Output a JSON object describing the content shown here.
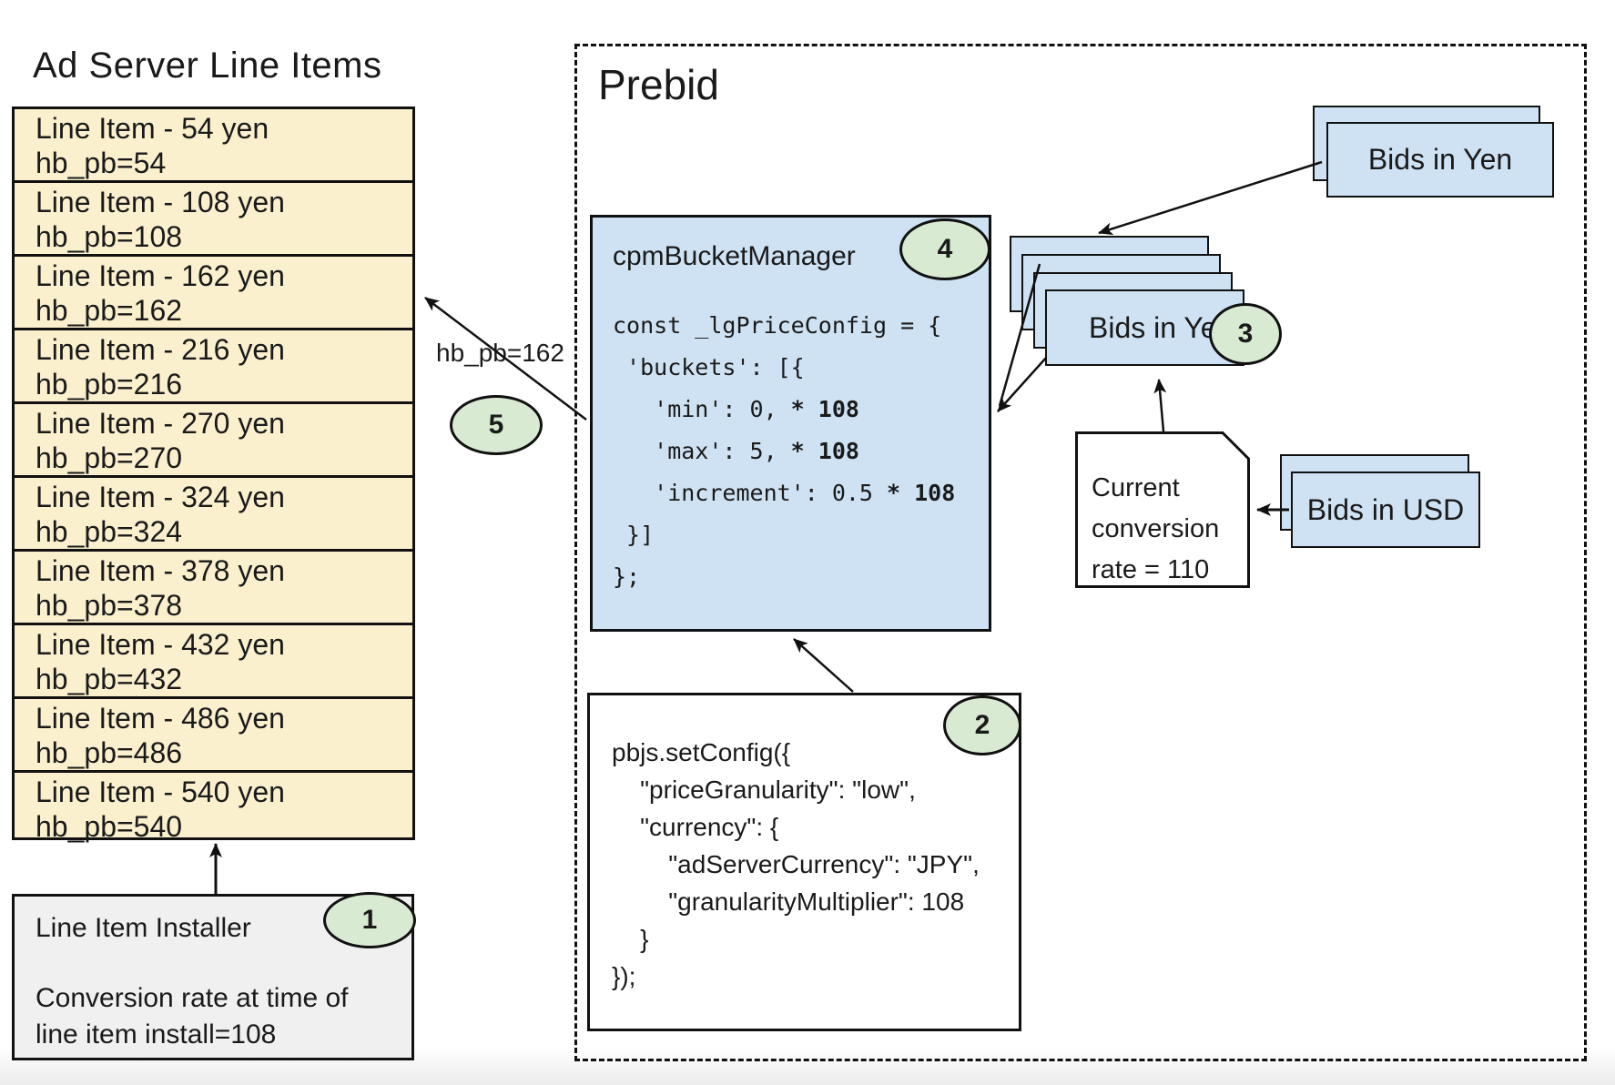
{
  "ad_server": {
    "title": "Ad Server Line Items",
    "line_items": [
      {
        "label": "Line Item - 54 yen",
        "key": "hb_pb=54"
      },
      {
        "label": "Line Item - 108 yen",
        "key": "hb_pb=108"
      },
      {
        "label": "Line Item - 162 yen",
        "key": "hb_pb=162"
      },
      {
        "label": "Line Item - 216 yen",
        "key": "hb_pb=216"
      },
      {
        "label": "Line Item - 270 yen",
        "key": "hb_pb=270"
      },
      {
        "label": "Line Item - 324 yen",
        "key": "hb_pb=324"
      },
      {
        "label": "Line Item - 378 yen",
        "key": "hb_pb=378"
      },
      {
        "label": "Line Item - 432 yen",
        "key": "hb_pb=432"
      },
      {
        "label": "Line Item - 486 yen",
        "key": "hb_pb=486"
      },
      {
        "label": "Line Item - 540 yen",
        "key": "hb_pb=540"
      }
    ],
    "installer": {
      "title": "Line Item Installer",
      "badge": "1",
      "note": "Conversion rate at time of line item install=108"
    }
  },
  "prebid": {
    "title": "Prebid",
    "bucket_manager": {
      "label": "cpmBucketManager",
      "badge": "4",
      "code": [
        {
          "t": "const _lgPriceConfig = {"
        },
        {
          "t": " 'buckets': [{"
        },
        {
          "t": "   'min': 0, ",
          "b": "* 108"
        },
        {
          "t": "   'max': 5, ",
          "b": "* 108"
        },
        {
          "t": "   'increment': 0.5 ",
          "b": "* 108"
        },
        {
          "t": " }]"
        },
        {
          "t": "};"
        }
      ]
    },
    "set_config": {
      "badge": "2",
      "code": [
        "pbjs.setConfig({",
        "    \"priceGranularity\": \"low\",",
        "    \"currency\": {",
        "        \"adServerCurrency\": \"JPY\",",
        "        \"granularityMultiplier\": 108",
        "    }",
        "});"
      ]
    },
    "bids_in_yen_incoming": {
      "label": "Bids in Yen"
    },
    "bids_in_yen_stack": {
      "label": "Bids in Yen",
      "badge": "3"
    },
    "bids_in_usd": {
      "label": "Bids in USD"
    },
    "conversion_note": {
      "text": "Current\nconversion\nrate = 110"
    },
    "arrow_label": "hb_pb=162",
    "badge_5": "5"
  },
  "colors": {
    "line_item_fill": "#FBF0CE",
    "card_fill": "#CFE2F3",
    "badge_fill": "#D9EAD3",
    "installer_fill": "#F0F0F0",
    "stroke": "#111111"
  }
}
